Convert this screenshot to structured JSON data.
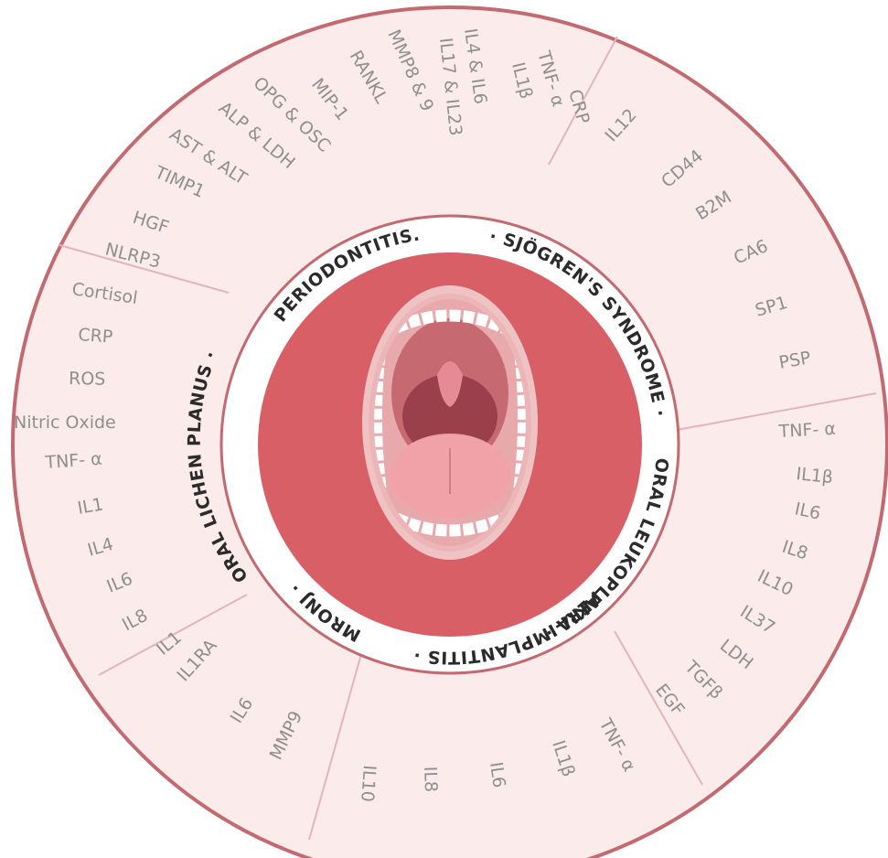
{
  "colors": {
    "outer_ring_fill": "#fbebeb",
    "outer_ring_stroke": "#c26a6f",
    "divider": "#e2b6b8",
    "center_fill": "#d85f66",
    "inner_band": "#ffffff",
    "disease_text": "#2b2b2b",
    "marker_text": "#8f8f8f"
  },
  "diseases": [
    {
      "id": "periodontitis",
      "label": "PERIODONTITIS."
    },
    {
      "id": "sjogren",
      "label": "· SJÖGREN'S SYNDROME ·"
    },
    {
      "id": "leukoplakia",
      "label": "ORAL LEUKOPLAKIA ·"
    },
    {
      "id": "periimplantitis",
      "label": "PERI-IMPLANTITIS ·"
    },
    {
      "id": "mronj",
      "label": "MRONJ ·"
    },
    {
      "id": "lichen",
      "label": "ORAL LICHEN PLANUS ·"
    }
  ],
  "sectors": [
    {
      "id": "periodontitis",
      "markers": [
        "CRP",
        "TNF- α",
        "IL1β",
        "IL4 & IL6",
        "IL17 & IL23",
        "MMP8 & 9",
        "RANKL",
        "MIP-1",
        "OPG & OSC",
        "ALP & LDH",
        "AST & ALT",
        "TIMP1",
        "HGF",
        "NLRP3"
      ]
    },
    {
      "id": "sjogren",
      "markers": [
        "IL12",
        "CD44",
        "B2M",
        "CA6",
        "SP1",
        "PSP"
      ]
    },
    {
      "id": "leukoplakia",
      "markers": [
        "TNF- α",
        "IL1β",
        "IL6",
        "IL8",
        "IL10",
        "IL37",
        "LDH",
        "TGFβ",
        "EGF"
      ]
    },
    {
      "id": "periimplantitis",
      "markers": [
        "TNF- α",
        "IL1β",
        "IL6",
        "IL8",
        "IL10"
      ]
    },
    {
      "id": "mronj",
      "markers": [
        "IL1",
        "IL1RA",
        "IL6",
        "MMP9"
      ]
    },
    {
      "id": "lichen",
      "markers": [
        "Cortisol",
        "CRP",
        "ROS",
        "Nitric Oxide",
        "TNF- α",
        "IL1",
        "IL4",
        "IL6",
        "IL8"
      ]
    }
  ],
  "center_icon": "open-mouth-icon"
}
